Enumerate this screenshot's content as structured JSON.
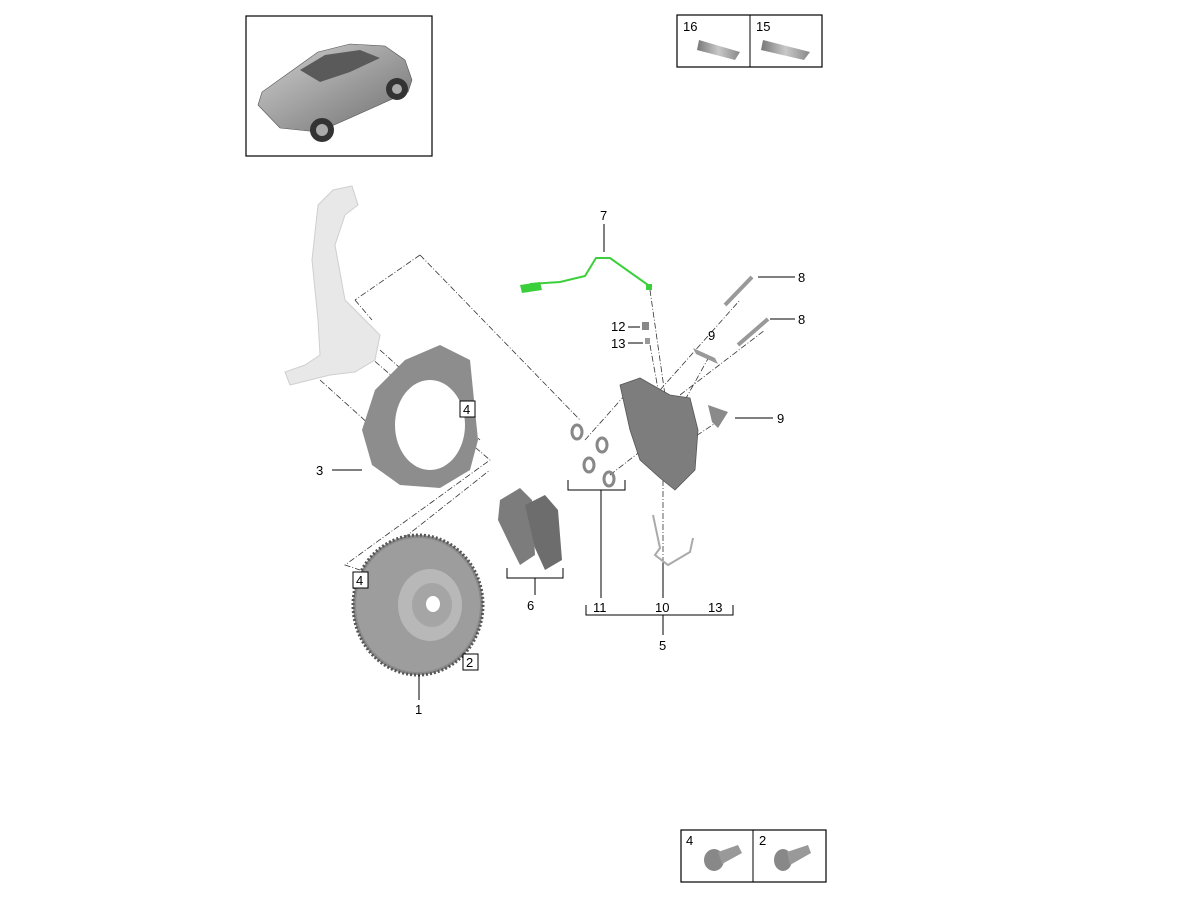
{
  "diagram": {
    "colors": {
      "sensor": "#3ccf3c",
      "part": "#8a8a8a",
      "knuckle": "#e6e6e6"
    },
    "callouts": {
      "c1": "1",
      "c2": "2",
      "c3": "3",
      "c4a": "4",
      "c4b": "4",
      "c5": "5",
      "c6": "6",
      "c7": "7",
      "c8a": "8",
      "c8b": "8",
      "c9a": "9",
      "c9b": "9",
      "c10": "10",
      "c11": "11",
      "c12": "12",
      "c13a": "13",
      "c13b": "13"
    },
    "inset_top": [
      {
        "label": "16",
        "icon": "tube-icon"
      },
      {
        "label": "15",
        "icon": "tube-icon"
      }
    ],
    "inset_bottom": [
      {
        "label": "4",
        "icon": "screw-icon"
      },
      {
        "label": "2",
        "icon": "screw-icon"
      }
    ]
  }
}
